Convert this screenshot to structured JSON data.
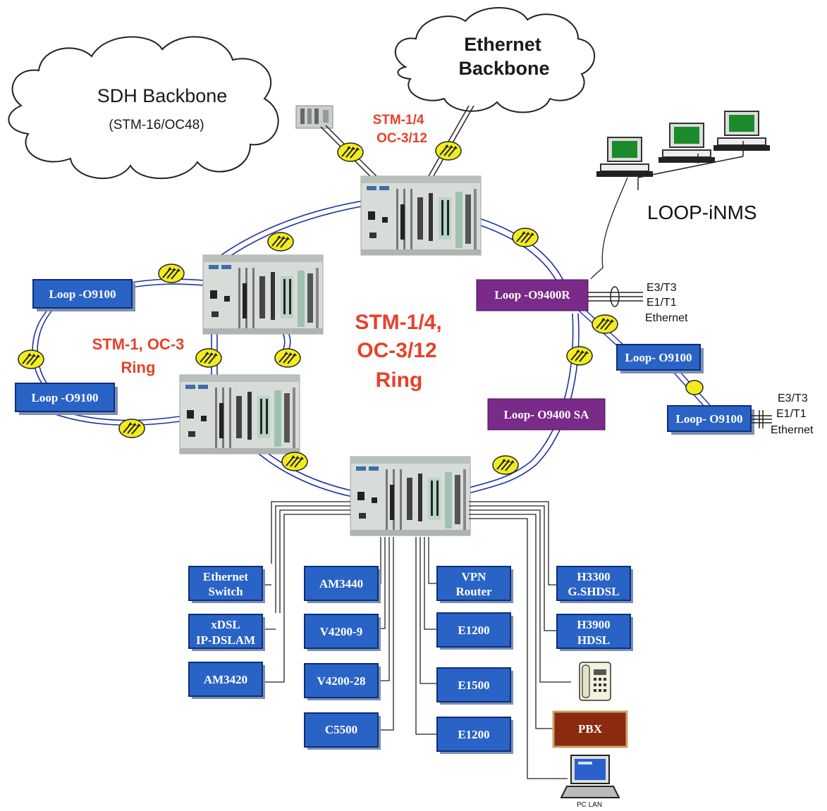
{
  "clouds": {
    "sdh_title": "SDH Backbone",
    "sdh_sub": "(STM-16/OC48)",
    "eth_line1": "Ethernet",
    "eth_line2": "Backbone"
  },
  "labels": {
    "uplink_line1": "STM-1/4",
    "uplink_line2": "OC-3/12",
    "main_ring_line1": "STM-1/4,",
    "main_ring_line2": "OC-3/12",
    "main_ring_line3": "Ring",
    "sub_ring_line1": "STM-1, OC-3",
    "sub_ring_line2": "Ring",
    "nms": "LOOP-iNMS",
    "tail1_line1": "E3/T3",
    "tail1_line2": "E1/T1",
    "tail1_line3": "Ethernet",
    "tail2_line1": "E3/T3",
    "tail2_line2": "E1/T1",
    "tail2_line3": "Ethernet",
    "pc_lan": "PC LAN"
  },
  "nodes": {
    "o9100_top_left": "Loop -O9100",
    "o9100_left": "Loop -O9100",
    "o9400r": "Loop -O9400R",
    "o9400sa": "Loop- O9400 SA",
    "o9100_right1": "Loop- O9100",
    "o9100_right2": "Loop- O9100"
  },
  "devices": {
    "eth_switch_l1": "Ethernet",
    "eth_switch_l2": "Switch",
    "xdsl_l1": "xDSL",
    "xdsl_l2": "IP-DSLAM",
    "am3420": "AM3420",
    "am3440": "AM3440",
    "v4200_9": "V4200-9",
    "v4200_28": "V4200-28",
    "c5500": "C5500",
    "vpn_l1": "VPN",
    "vpn_l2": "Router",
    "e1200_a": "E1200",
    "e1500": "E1500",
    "e1200_b": "E1200",
    "h3300_l1": "H3300",
    "h3300_l2": "G.SHDSL",
    "h3900_l1": "H3900",
    "h3900_l2": "HDSL",
    "pbx": "PBX"
  },
  "colors": {
    "device_blue": "#2a63c6",
    "node_purple": "#7a2a88",
    "ring_blue": "#1f2fa8",
    "label_red": "#e8402a",
    "pbx_brown": "#8b2a10"
  }
}
